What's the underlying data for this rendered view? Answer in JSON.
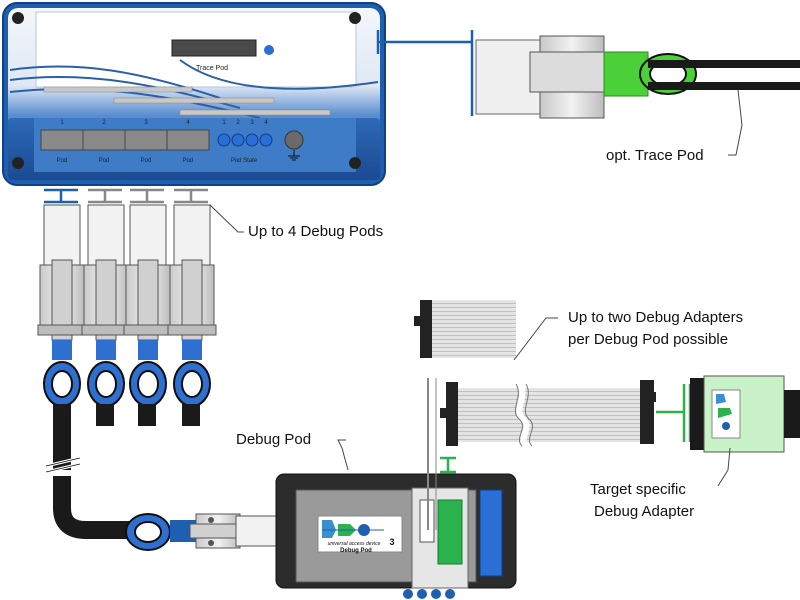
{
  "labels": {
    "opt_trace_pod": "opt. Trace Pod",
    "up_to_4_debug_pods": "Up to 4 Debug Pods",
    "debug_adapters_line1": "Up to two Debug Adapters",
    "debug_adapters_line2": "per Debug Pod possible",
    "debug_pod": "Debug Pod",
    "target_adapter_line1": "Target specific",
    "target_adapter_line2": "Debug Adapter"
  },
  "main_unit": {
    "trace_pod_label": "Trace Pod",
    "port_numbers": [
      "1",
      "2",
      "3",
      "4"
    ],
    "port_labels": [
      "Pod",
      "Pod",
      "Pod",
      "Pod"
    ],
    "led_numbers": [
      "1",
      "2",
      "3",
      "4"
    ],
    "pod_state_label": "Pod State"
  },
  "debug_pod_device": {
    "brand_line": "universal access device",
    "version": "3",
    "model_label": "Debug Pod"
  },
  "colors": {
    "unit_blue": "#1e5fb0",
    "cable_blue": "#2e6fd0",
    "cable_black": "#1a1a1a",
    "trace_green": "#4cd03a",
    "adapter_green": "#2bb24c",
    "ribbon_gray": "#d8d8d8"
  }
}
